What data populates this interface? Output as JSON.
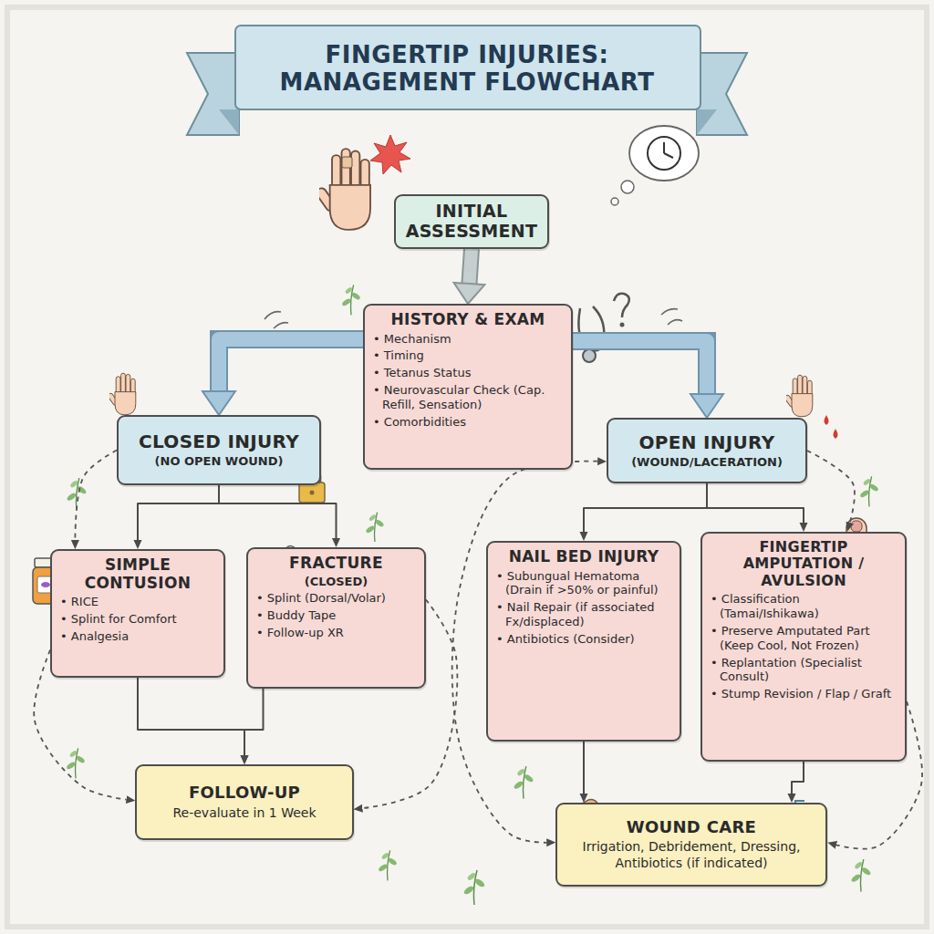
{
  "diagram": {
    "title": "FINGERTIP INJURIES: MANAGEMENT FLOWCHART",
    "nodes": [
      {
        "text": [
          "INITIAL ASSESSMENT"
        ]
      },
      {
        "text": [
          "HISTORY & EXAM",
          "• Mechanism",
          "• Timing",
          "• Tetanus Status",
          "• Neurovascular Check (Cap. Refill, Sensation)",
          "• Comorbidities"
        ]
      },
      {
        "text": [
          "CLOSED INJURY",
          "(NO OPEN WOUND)"
        ]
      },
      {
        "text": [
          "OPEN INJURY",
          "(WOUND/LACERATION)"
        ]
      },
      {
        "text": [
          "SIMPLE CONTUSION",
          "• RICE",
          "• Splint for Comfort",
          "• Analgesia"
        ]
      },
      {
        "text": [
          "FRACTURE",
          "(CLOSED)",
          "• Splint (Dorsal/Volar)",
          "• Buddy Tape",
          "• Follow-up XR"
        ]
      },
      {
        "text": [
          "NAIL BED INJURY",
          "• Subungual Hematoma (Drain if >50% or painful)",
          "• Nail Repair (if associated Fx/displaced)",
          "• Antibiotics (Consider)"
        ]
      },
      {
        "text": [
          "FINGERTIP AMPUTATION / AVULSION",
          "• Classification (Tamai/Ishikawa)",
          "• Preserve Amputated Part (Keep Cool, Not Frozen)",
          "• Replantation (Specialist Consult)",
          "• Stump Revision / Flap / Graft"
        ]
      },
      {
        "text": [
          "FOLLOW-UP",
          "Re-evaluate in 1 Week"
        ]
      },
      {
        "text": [
          "WOUND CARE",
          "Irrigation, Debridement, Dressing, Antibiotics (if indicated)"
        ]
      }
    ],
    "edges": [
      {
        "from": 0,
        "to": 1,
        "arrow": "to"
      },
      {
        "from": 1,
        "to": 2,
        "arrow": "to"
      },
      {
        "from": 1,
        "to": 3,
        "arrow": "to"
      },
      {
        "from": 2,
        "to": 4,
        "arrow": "to"
      },
      {
        "from": 2,
        "to": 5,
        "arrow": "to"
      },
      {
        "from": 3,
        "to": 6,
        "arrow": "to"
      },
      {
        "from": 3,
        "to": 7,
        "arrow": "to"
      },
      {
        "from": 4,
        "to": 8,
        "arrow": "to"
      },
      {
        "from": 5,
        "to": 8,
        "arrow": "to"
      },
      {
        "from": 6,
        "to": 9,
        "arrow": "to"
      },
      {
        "from": 7,
        "to": 9,
        "arrow": "to"
      },
      {
        "from": 2,
        "to": 4,
        "arrow": "to"
      },
      {
        "from": 4,
        "to": 8,
        "arrow": "to"
      },
      {
        "from": 5,
        "to": 8,
        "arrow": "to"
      },
      {
        "from": 3,
        "to": 7,
        "arrow": "to"
      },
      {
        "from": 3,
        "to": 9,
        "arrow": "both"
      },
      {
        "from": 7,
        "to": 9,
        "arrow": "to"
      }
    ]
  }
}
